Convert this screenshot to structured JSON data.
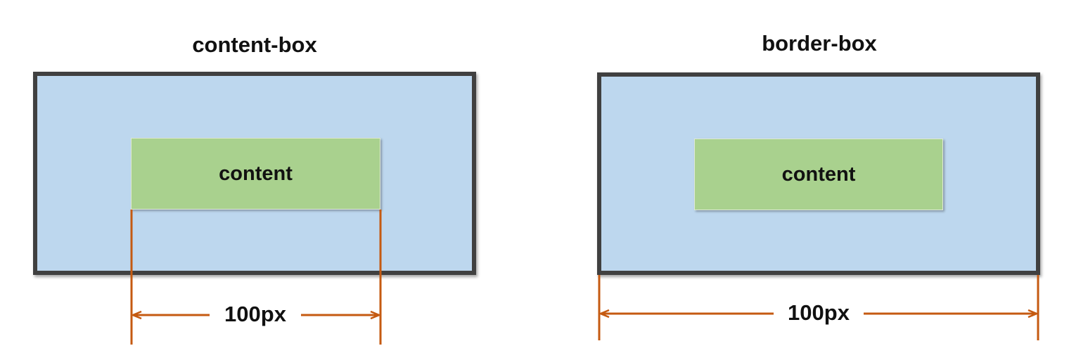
{
  "diagrams": [
    {
      "title": "content-box",
      "inner_label": "content",
      "dimension_label": "100px"
    },
    {
      "title": "border-box",
      "inner_label": "content",
      "dimension_label": "100px"
    }
  ],
  "colors": {
    "outer_fill": "#bdd7ee",
    "outer_border": "#404040",
    "content_fill": "#a9d18e",
    "dimension_line": "#c55a11"
  }
}
